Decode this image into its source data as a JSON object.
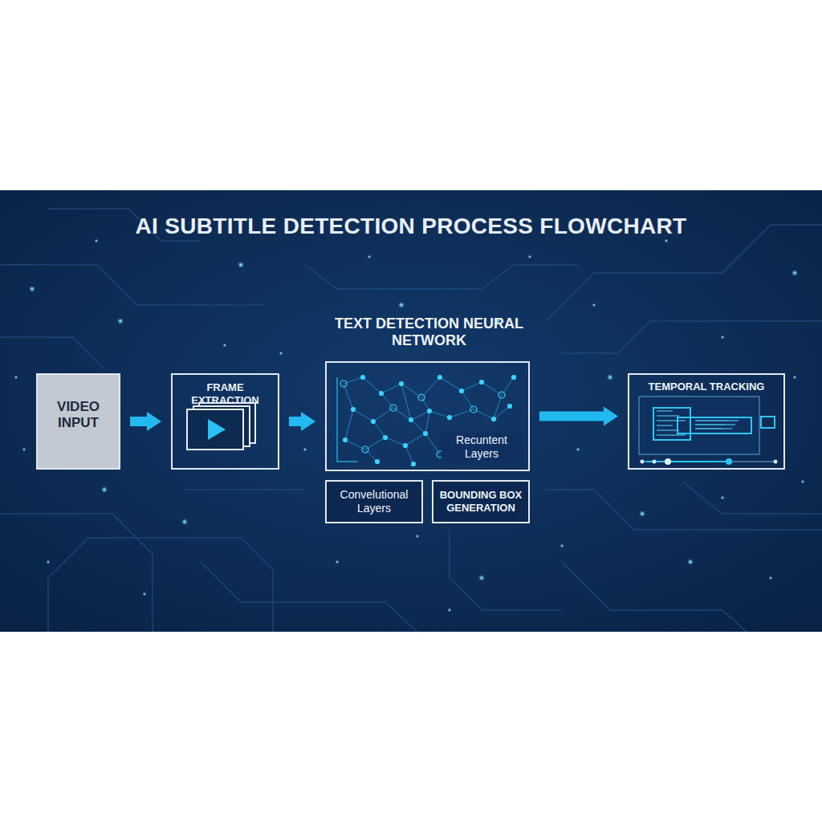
{
  "diagram": {
    "title": "AI SUBTITLE DETECTION PROCESS FLOWCHART",
    "nodes": [
      {
        "text": [
          "VIDEO INPUT"
        ]
      },
      {
        "text": [
          "FRAME EXTRACTION"
        ]
      },
      {
        "text": [
          "TEXT DETECTION NEURAL NETWORK",
          "Recuntent Layers"
        ]
      },
      {
        "text": [
          "Convelutional Layers"
        ]
      },
      {
        "text": [
          "BOUNDING BOX GENERATION"
        ]
      },
      {
        "text": [
          "TEMPORAL TRACKING"
        ]
      }
    ],
    "edges": [
      {
        "from": 0,
        "to": 1,
        "arrow": "to"
      },
      {
        "from": 1,
        "to": 2,
        "arrow": "to"
      },
      {
        "from": 2,
        "to": 5,
        "arrow": "to"
      }
    ]
  }
}
